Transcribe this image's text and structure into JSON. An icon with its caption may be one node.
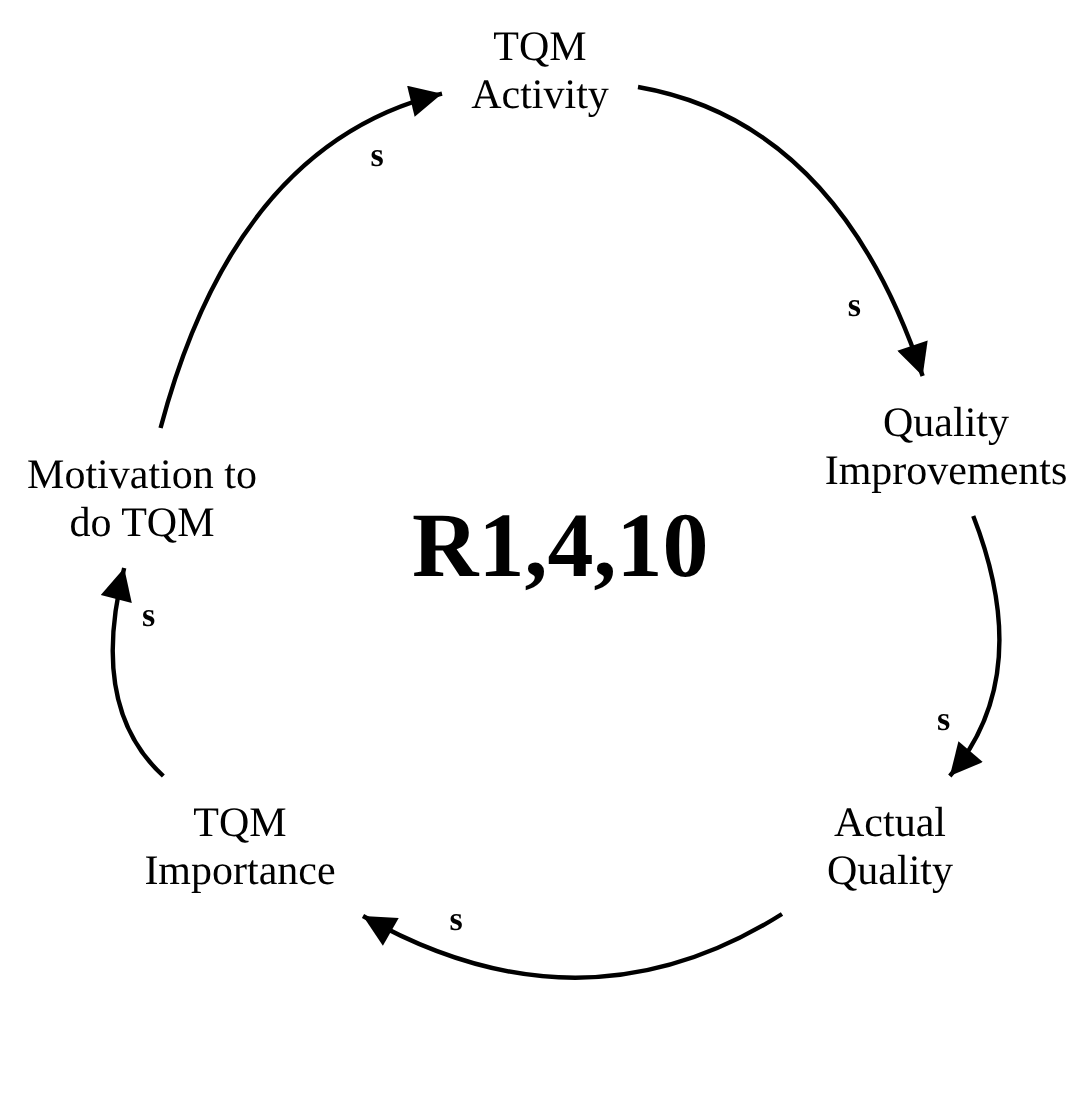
{
  "diagram": {
    "nodes": [
      {
        "text": [
          "TQM Activity"
        ]
      },
      {
        "text": [
          "Quality Improvements"
        ]
      },
      {
        "text": [
          "Actual Quality"
        ]
      },
      {
        "text": [
          "TQM Importance"
        ]
      },
      {
        "text": [
          "Motivation to do TQM"
        ]
      }
    ],
    "edges": [
      {
        "from": 0,
        "to": 1,
        "arrow": "to",
        "label": "s"
      },
      {
        "from": 1,
        "to": 2,
        "arrow": "to",
        "label": "s"
      },
      {
        "from": 2,
        "to": 3,
        "arrow": "to",
        "label": "s"
      },
      {
        "from": 3,
        "to": 4,
        "arrow": "to",
        "label": "s"
      },
      {
        "from": 4,
        "to": 0,
        "arrow": "to",
        "label": "s"
      }
    ],
    "labels": [
      "R1,4,10"
    ]
  }
}
